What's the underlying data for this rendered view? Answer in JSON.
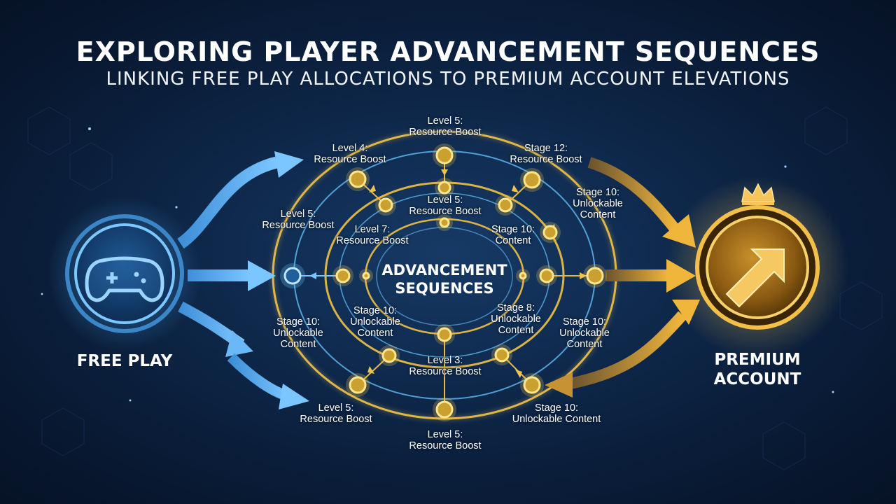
{
  "header": {
    "title": "EXPLORING PLAYER ADVANCEMENT SEQUENCES",
    "subtitle": "LINKING FREE PLAY ALLOCATIONS TO PREMIUM ACCOUNT ELEVATIONS"
  },
  "start": {
    "label": "FREE PLAY",
    "icon": "gamepad-icon"
  },
  "end": {
    "label_line1": "PREMIUM",
    "label_line2": "ACCOUNT",
    "icon": "arrow-up-right-icon",
    "crown_icon": "crown-icon"
  },
  "center": {
    "line1": "ADVANCEMENT",
    "line2": "SEQUENCES"
  },
  "nodes": [
    {
      "line1": "Level 5:",
      "line2": "Resource Boost"
    },
    {
      "line1": "Level 4:",
      "line2": "Resource Boost"
    },
    {
      "line1": "Stage 12:",
      "line2": "Resource Boost"
    },
    {
      "line1": "Stage 10:",
      "line2": "Unlockable",
      "line3": "Content"
    },
    {
      "line1": "Level 5:",
      "line2": "Resource Boost"
    },
    {
      "line1": "Level 5:",
      "line2": "Resource Boost"
    },
    {
      "line1": "Level 7:",
      "line2": "Resource Boost"
    },
    {
      "line1": "Stage 10:",
      "line2": "Content"
    },
    {
      "line1": "Stage 10:",
      "line2": "Unlockable",
      "line3": "Content"
    },
    {
      "line1": "Stage 10:",
      "line2": "Unlockable",
      "line3": "Content"
    },
    {
      "line1": "Stage 8:",
      "line2": "Unlockable",
      "line3": "Content"
    },
    {
      "line1": "Stage 10:",
      "line2": "Unlockable",
      "line3": "Content"
    },
    {
      "line1": "Level 3:",
      "line2": "Resource Boost"
    },
    {
      "line1": "Level 5:",
      "line2": "Resource Boost"
    },
    {
      "line1": "Stage 10:",
      "line2": "Unlockable Content"
    },
    {
      "line1": "Level 5:",
      "line2": "Resource Boost"
    }
  ],
  "colors": {
    "free_play": "#5cb8f5",
    "premium": "#e8b440",
    "node": "#f2c94c",
    "background": "#0d2546"
  }
}
